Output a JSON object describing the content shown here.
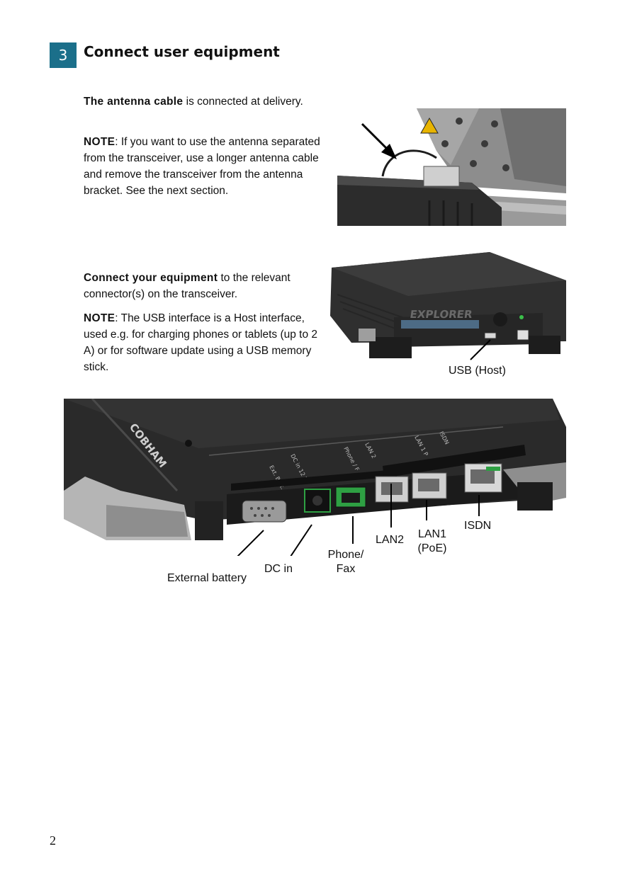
{
  "step": {
    "number": "3",
    "title": "Connect user equipment"
  },
  "section1": {
    "p1_bold": "The antenna cable",
    "p1_rest": " is connected at delivery.",
    "p2_bold": "NOTE",
    "p2_rest": ": If you want to use the antenna separated from the transceiver, use a longer antenna cable and remove the transceiver from the antenna bracket. See the next section."
  },
  "section2": {
    "p1_bold": "Connect your equipment",
    "p1_rest": " to the relevant connector(s) on the transceiver.",
    "p2_bold": "NOTE",
    "p2_rest": ": The USB interface is a Host interface, used e.g. for charging phones or tablets (up to 2 A) or for software update using a USB memory stick."
  },
  "usb_callout": "USB (Host)",
  "device_print": {
    "brand": "EXPLORER",
    "maker": "COBHAM",
    "port_labels": [
      "Ext. Batt.",
      "DC in 12 V",
      "Phone / F",
      "LAN 2",
      "LAN 1 P",
      "ISDN"
    ]
  },
  "connector_callouts": {
    "external_battery": "External battery",
    "dc_in": "DC in",
    "phone_line1": "Phone/",
    "phone_line2": "Fax",
    "lan2": "LAN2",
    "lan1_line1": "LAN1",
    "lan1_line2": "(PoE)",
    "isdn": "ISDN"
  },
  "page_number": "2",
  "colors": {
    "badge": "#1b6f8a",
    "device_body": "#2b2b2b",
    "port_green": "#2ea043"
  }
}
